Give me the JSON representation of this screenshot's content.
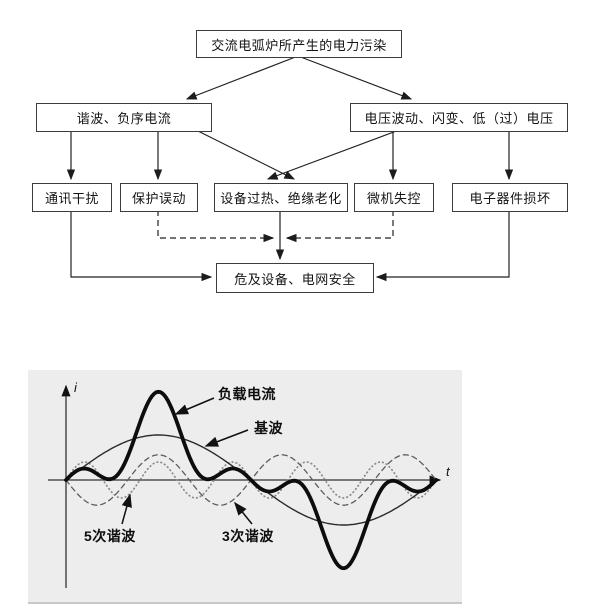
{
  "flowchart": {
    "nodes": {
      "pollution": "交流电弧炉所产生的电力污染",
      "harmonics": "谐波、负序电流",
      "voltage": "电压波动、闪变、低（过）电压",
      "comm": "通讯干扰",
      "protection": "保护误动",
      "overheat": "设备过热、绝缘老化",
      "micro": "微机失控",
      "electronic": "电子器件损坏",
      "danger": "危及设备、电网安全"
    }
  },
  "chart_data": {
    "type": "line",
    "title": "",
    "xlabel": "t",
    "ylabel": "i",
    "x_range": "one fundamental period",
    "grid": false,
    "legend_position": "annotated-on-plot",
    "series": [
      {
        "name": "负载电流",
        "style": "thick",
        "composite_of": [
          "基波",
          "3次谐波",
          "5次谐波"
        ],
        "peak_relative": 1.96
      },
      {
        "name": "基波",
        "style": "solid",
        "order": 1,
        "amplitude": 1.0,
        "phase_deg": 0
      },
      {
        "name": "3次谐波",
        "style": "dashed",
        "order": 3,
        "amplitude": 0.56,
        "phase_deg": 180
      },
      {
        "name": "5次谐波",
        "style": "dotted",
        "order": 5,
        "amplitude": 0.4,
        "phase_deg": 0
      }
    ],
    "annotations": [
      "负载电流",
      "基波",
      "5次谐波",
      "3次谐波"
    ]
  }
}
